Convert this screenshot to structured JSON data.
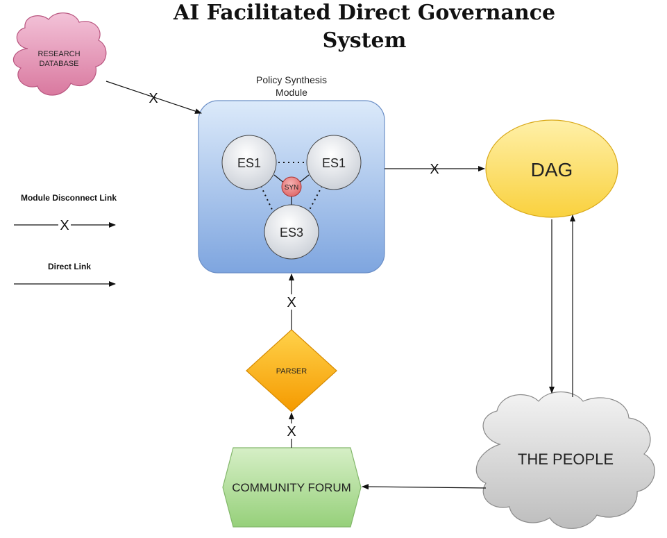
{
  "title": {
    "line1": "AI Facilitated Direct Governance",
    "line2": "System"
  },
  "nodes": {
    "research_db": {
      "line1": "RESEARCH",
      "line2": "DATABASE"
    },
    "policy_module": {
      "caption_line1": "Policy Synthesis",
      "caption_line2": "Module"
    },
    "es_left": "ES1",
    "es_right": "ES1",
    "es_bottom": "ES3",
    "syn": "SYN",
    "dag": "DAG",
    "parser": "PARSER",
    "forum": "COMMUNITY FORUM",
    "people": "THE PEOPLE"
  },
  "legend": {
    "disconnect_label": "Module Disconnect Link",
    "direct_label": "Direct Link"
  },
  "disconnect_mark": "X",
  "colors": {
    "cloud_pink": "#e593b8",
    "module_blue_top": "#d6e6f8",
    "module_blue_bottom": "#7fa6e0",
    "dag_yellow": "#fbd84e",
    "parser_orange": "#f8b400",
    "forum_green": "#a4d88a",
    "people_gray": "#d0d0d0",
    "syn_red": "#e87b7b"
  }
}
